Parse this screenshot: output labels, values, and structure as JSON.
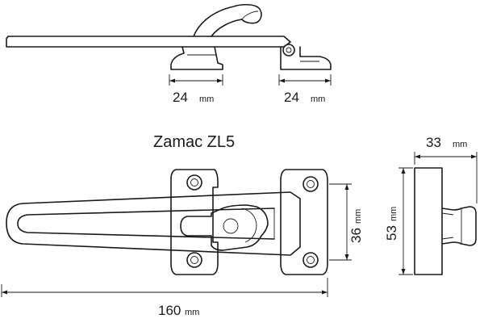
{
  "title": "Zamac ZL5",
  "unit": "mm",
  "dimensions": {
    "top_left": "24",
    "top_right": "24",
    "overall_length": "160",
    "hole_spacing": "36",
    "plate_height": "53",
    "projection": "33"
  }
}
